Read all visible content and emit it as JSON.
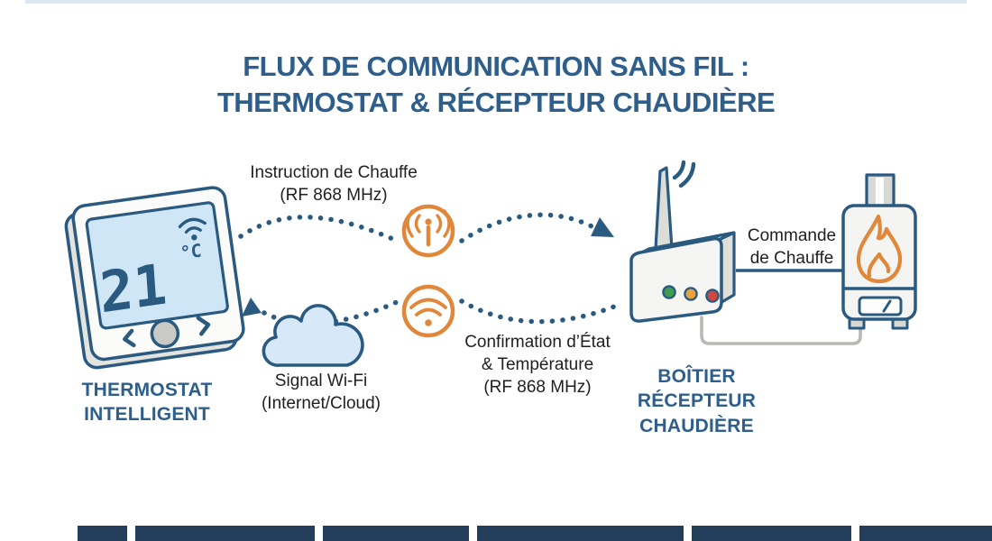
{
  "title": "FLUX DE COMMUNICATION SANS FIL :\nTHERMOSTAT & RÉCEPTEUR CHAUDIÈRE",
  "thermostat": {
    "display_value": "21",
    "display_unit": "°C",
    "label": "THERMOSTAT\nINTELLIGENT",
    "screen_wifi_icon": "wifi-icon",
    "buttons": [
      "chevron-left-icon",
      "select-button",
      "chevron-right-icon"
    ]
  },
  "flow_top": {
    "label": "Instruction de Chauffe\n(RF 868 MHz)",
    "icon": "radio-broadcast-icon",
    "direction": "thermostat-to-receiver"
  },
  "flow_bottom": {
    "label": "Confirmation d’État\n& Température\n(RF 868 MHz)",
    "icon": "wifi-signal-icon",
    "direction": "receiver-to-thermostat"
  },
  "cloud": {
    "label": "Signal Wi-Fi\n(Internet/Cloud)",
    "icon": "cloud-icon"
  },
  "receiver": {
    "label": "BOÎTIER\nRÉCEPTEUR\nCHAUDIÈRE",
    "antenna_icon": "antenna-icon",
    "leds": [
      "green",
      "amber",
      "red"
    ]
  },
  "boiler": {
    "command_label": "Commande\nde Chauffe",
    "flame_icon": "flame-icon"
  },
  "colors": {
    "outline_blue": "#2b5a80",
    "heading_blue": "#2e5f8c",
    "accent_orange": "#e0873a",
    "screen_blue": "#cfe6f7",
    "cloud_blue": "#d7e9f8",
    "text_dark": "#1f1f1f",
    "footer_navy": "#233e5b",
    "wire_gray": "#b9b9b4",
    "led_green": "#3f9b4f",
    "led_amber": "#e8a33d",
    "led_red": "#d0483e"
  }
}
